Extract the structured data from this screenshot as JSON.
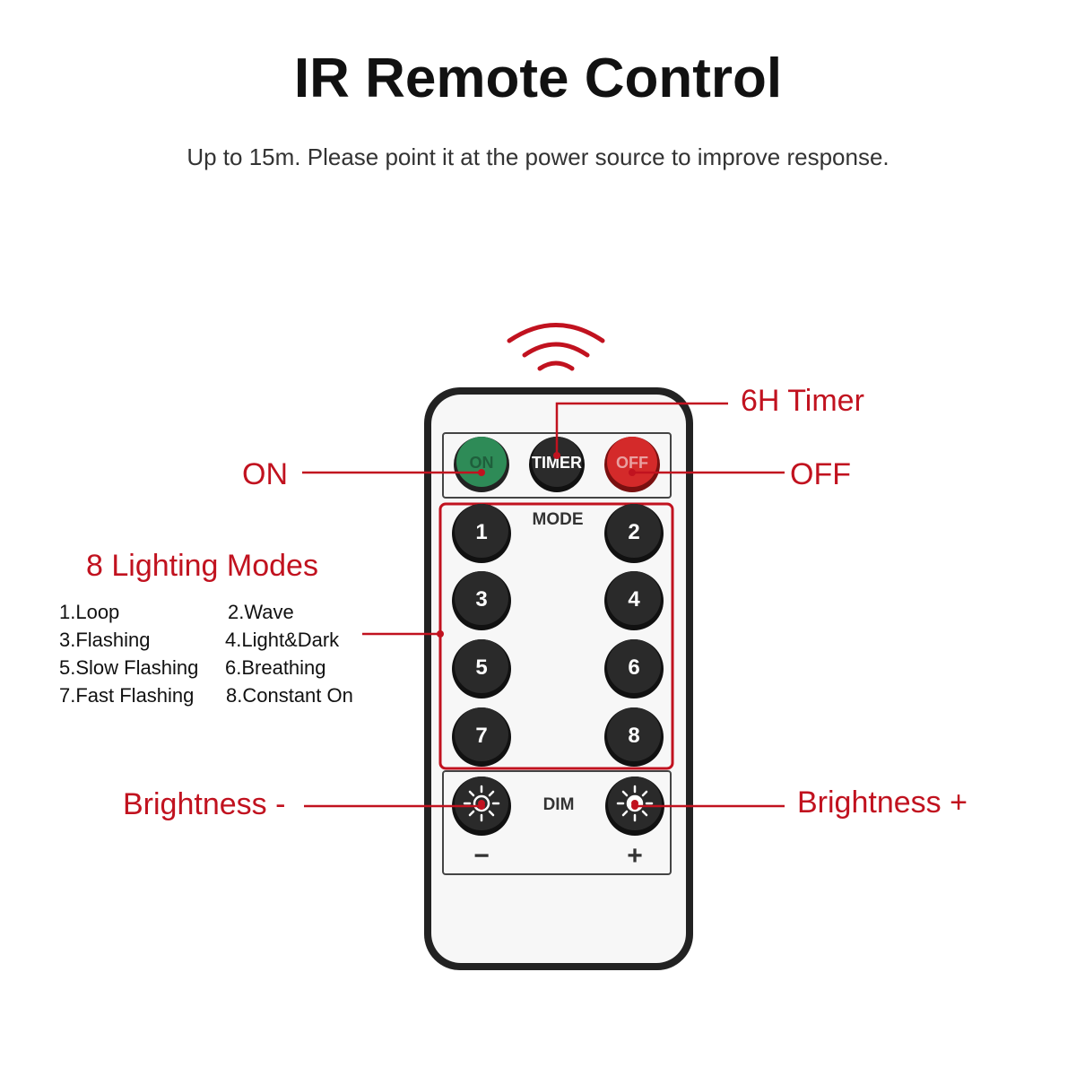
{
  "header": {
    "title": "IR Remote Control",
    "subtitle": "Up to 15m. Please point it at the power source to improve response."
  },
  "callouts": {
    "timer": "6H Timer",
    "on": "ON",
    "off": "OFF",
    "modes_title": "8 Lighting Modes",
    "brightness_down": "Brightness -",
    "brightness_up": "Brightness +"
  },
  "modes": [
    "1.Loop",
    "2.Wave",
    "3.Flashing",
    "4.Light&Dark",
    "5.Slow Flashing",
    "6.Breathing",
    "7.Fast Flashing",
    "8.Constant On"
  ],
  "remote": {
    "on_label": "ON",
    "timer_label": "TIMER",
    "off_label": "OFF",
    "mode_label": "MODE",
    "dim_label": "DIM",
    "minus_label": "−",
    "plus_label": "+",
    "mode_buttons": [
      "1",
      "2",
      "3",
      "4",
      "5",
      "6",
      "7",
      "8"
    ]
  },
  "colors": {
    "accent": "#c1121f",
    "on_button": "#2e8b57",
    "off_button": "#d42a2a",
    "dark_button": "#222222"
  },
  "icons": {
    "signal": "wireless-signal-icon",
    "brightness": "sun-icon"
  }
}
